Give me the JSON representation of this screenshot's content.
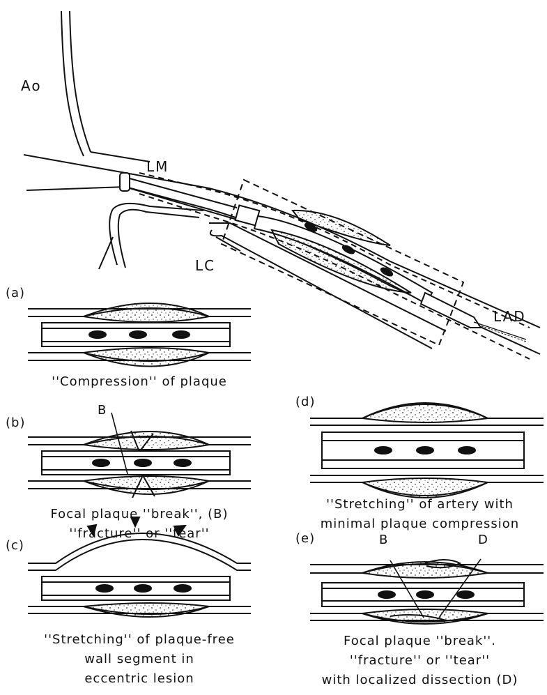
{
  "labels": {
    "ao": "Ao",
    "lm": "LM",
    "lc": "LC",
    "lad": "LAD",
    "panel_a": "(a)",
    "panel_b": "(b)",
    "panel_c": "(c)",
    "panel_d": "(d)",
    "panel_e": "(e)",
    "break_b": "B",
    "break_e_b": "B",
    "dissection_d": "D"
  },
  "captions": {
    "a": [
      "''Compression'' of plaque"
    ],
    "b": [
      "Focal plaque ''break'', (B)",
      "''fracture'' or ''tear''"
    ],
    "c": [
      "''Stretching'' of plaque-free",
      "wall segment in",
      "eccentric lesion"
    ],
    "d": [
      "''Stretching'' of artery with",
      "minimal plaque compression"
    ],
    "e": [
      "Focal plaque ''break''.",
      "''fracture'' or ''tear''",
      "with localized dissection (D)"
    ]
  }
}
